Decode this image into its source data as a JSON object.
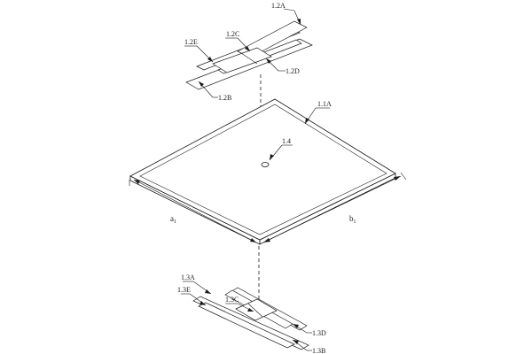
{
  "labels": {
    "l_1_2A": "1.2A",
    "l_1_2C": "1.2C",
    "l_1_2E": "1.2E",
    "l_1_2D": "1.2D",
    "l_1_2B": "1.2B",
    "l_1_1A": "1.1A",
    "l_1_4": "1.4",
    "l_1_3A": "1.3A",
    "l_1_3E": "1.3E",
    "l_1_3C": "1.3C",
    "l_1_3D": "1.3D",
    "l_1_3B": "1.3B"
  },
  "dimensions": {
    "a": "a",
    "a_sub": "1",
    "b": "b",
    "b_sub": "1"
  }
}
